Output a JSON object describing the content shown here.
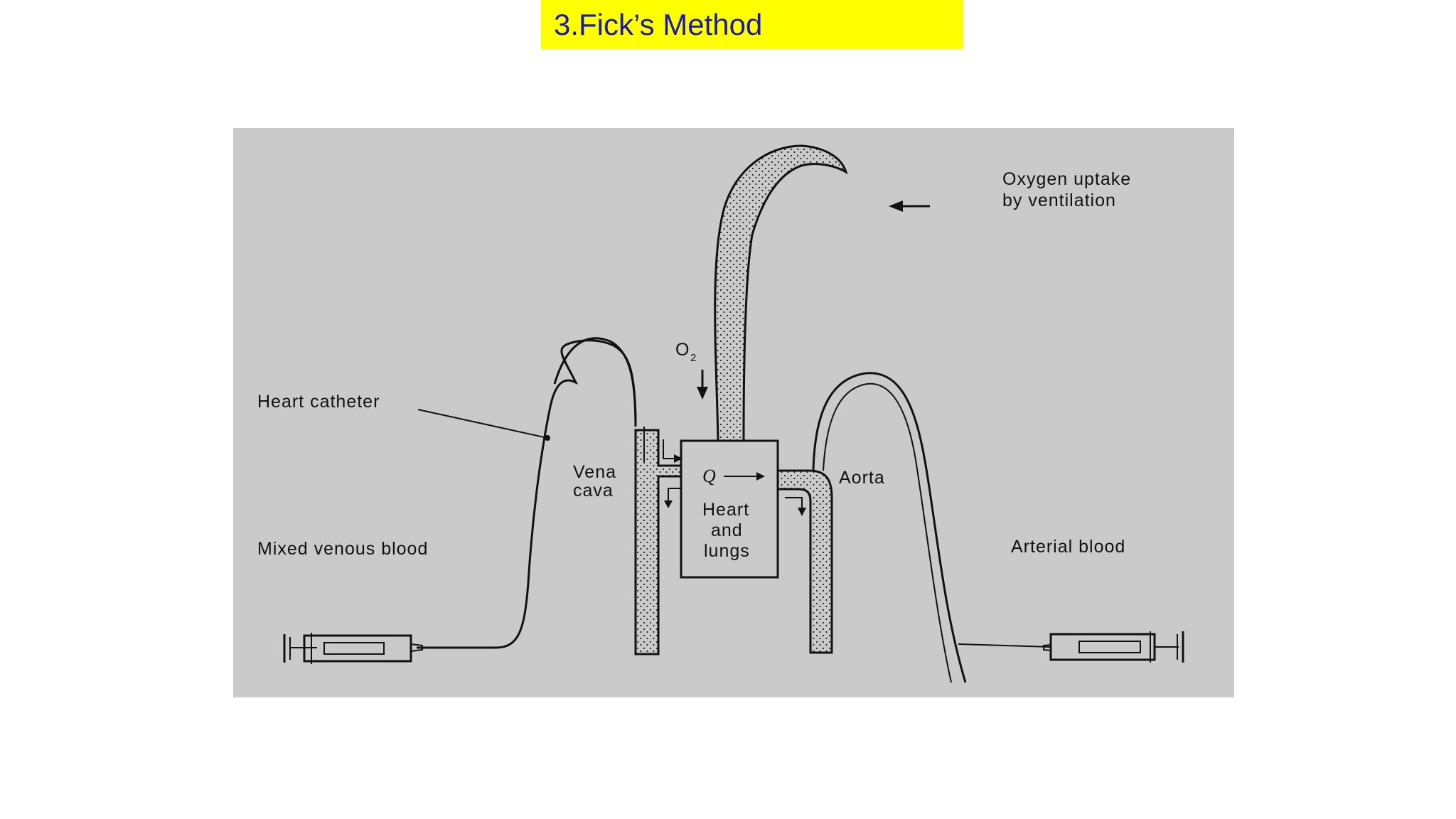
{
  "slide": {
    "title": "3.Fick’s Method"
  },
  "diagram": {
    "labels": {
      "oxygen_uptake_line1": "Oxygen uptake",
      "oxygen_uptake_line2": "by ventilation",
      "o2_main": "O",
      "o2_sub": "2",
      "heart_catheter": "Heart catheter",
      "vena_line1": "Vena",
      "vena_line2": "cava",
      "q_symbol": "Q",
      "heart_line1": "Heart",
      "heart_line2": "and",
      "heart_line3": "lungs",
      "aorta": "Aorta",
      "mixed_venous": "Mixed venous blood",
      "arterial": "Arterial blood"
    }
  }
}
